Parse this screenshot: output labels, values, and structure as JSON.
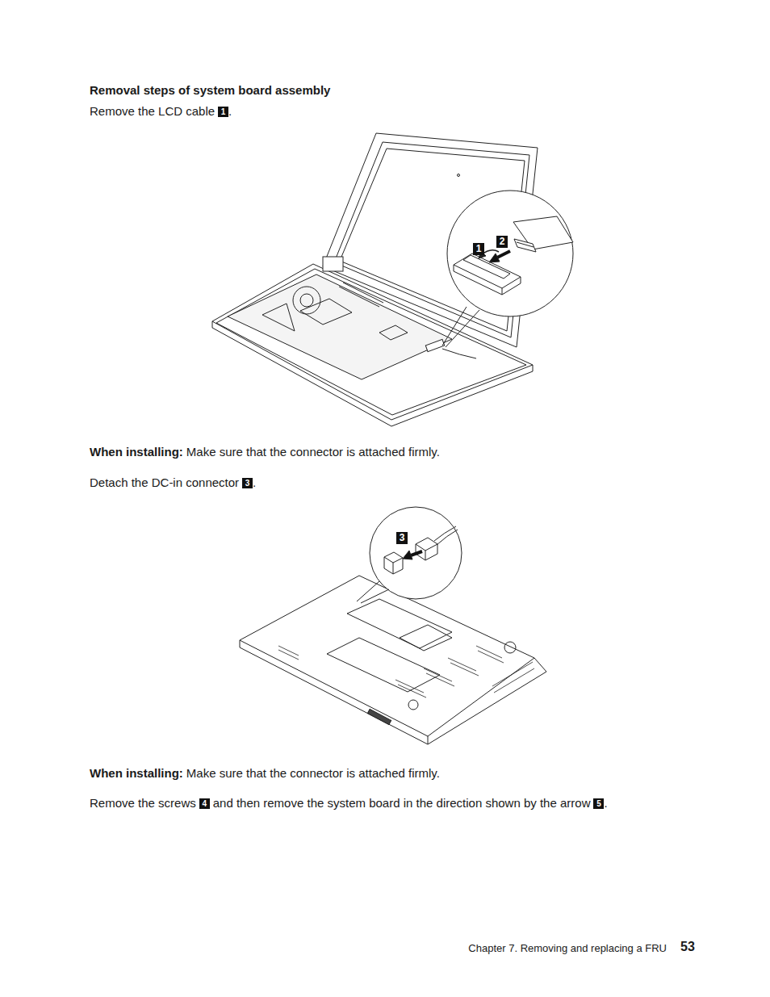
{
  "diagram": {
    "title": "Removal steps of system board assembly",
    "labels": [
      "Remove the LCD cable",
      "1",
      ".",
      "1",
      "2",
      "When installing:",
      "Make sure that the connector is attached firmly.",
      "Detach the DC-in connector",
      "3",
      ".",
      "3",
      "When installing:",
      "Make sure that the connector is attached firmly.",
      "Remove the screws",
      "4",
      "and then remove the system board in the direction shown by the arrow",
      "5",
      ".",
      "Chapter 7. Removing and replacing a FRU",
      "53"
    ]
  }
}
